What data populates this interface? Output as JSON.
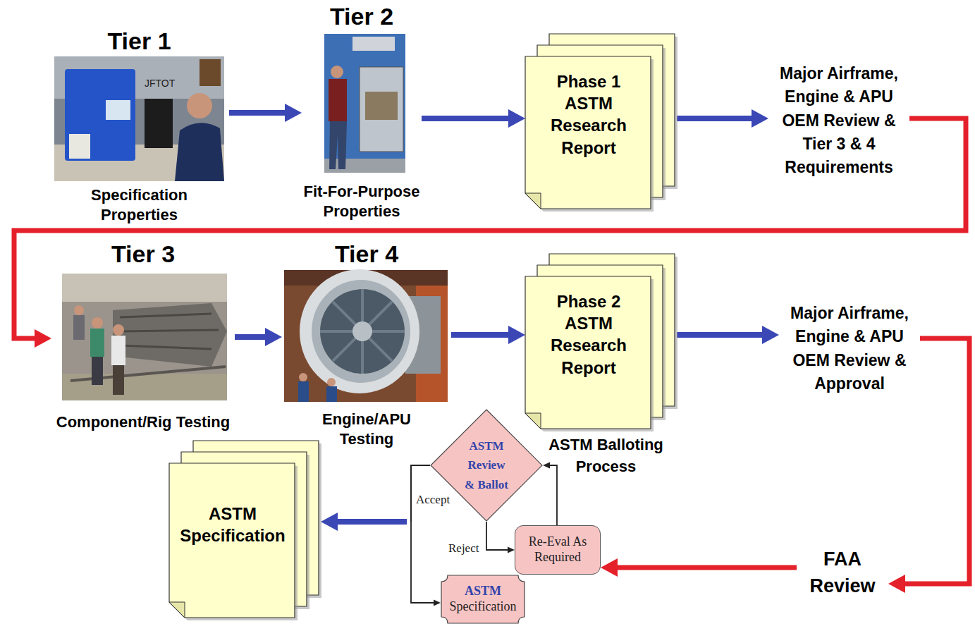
{
  "diagram": {
    "nodes": [
      {
        "text": [
          "Tier 1",
          "Specification Properties"
        ]
      },
      {
        "text": [
          "Tier 2",
          "Fit-For-Purpose Properties"
        ]
      },
      {
        "text": [
          "Phase 1 ASTM Research Report"
        ]
      },
      {
        "text": [
          "Major Airframe, Engine & APU OEM Review & Tier 3 & 4 Requirements"
        ]
      },
      {
        "text": [
          "Tier 3",
          "Component/Rig Testing"
        ]
      },
      {
        "text": [
          "Tier 4",
          "Engine/APU Testing"
        ]
      },
      {
        "text": [
          "Phase 2 ASTM Research Report"
        ]
      },
      {
        "text": [
          "Major Airframe, Engine & APU OEM Review & Approval"
        ]
      },
      {
        "text": [
          "FAA Review"
        ]
      },
      {
        "text": [
          "ASTM Review & Ballot"
        ]
      },
      {
        "text": [
          "Re-Eval As Required"
        ]
      },
      {
        "text": [
          "ASTM",
          "Specification"
        ]
      },
      {
        "text": [
          "ASTM Specification"
        ]
      }
    ],
    "edges": [
      {
        "from": 0,
        "to": 1,
        "arrow": "to"
      },
      {
        "from": 1,
        "to": 2,
        "arrow": "to"
      },
      {
        "from": 2,
        "to": 3,
        "arrow": "to"
      },
      {
        "from": 3,
        "to": 4,
        "arrow": "to"
      },
      {
        "from": 4,
        "to": 5,
        "arrow": "to"
      },
      {
        "from": 5,
        "to": 6,
        "arrow": "to"
      },
      {
        "from": 6,
        "to": 7,
        "arrow": "to"
      },
      {
        "from": 7,
        "to": 8,
        "arrow": "to"
      },
      {
        "from": 8,
        "to": 10,
        "arrow": "to"
      },
      {
        "from": 9,
        "to": 10,
        "label": "Reject",
        "arrow": "to"
      },
      {
        "from": 10,
        "to": 9,
        "arrow": "to"
      },
      {
        "from": 9,
        "to": 11,
        "label": "Accept",
        "arrow": "to"
      },
      {
        "from": 9,
        "to": 12,
        "arrow": "to"
      }
    ],
    "labels": [
      "JFTOT",
      "ASTM Balloting Process"
    ]
  }
}
